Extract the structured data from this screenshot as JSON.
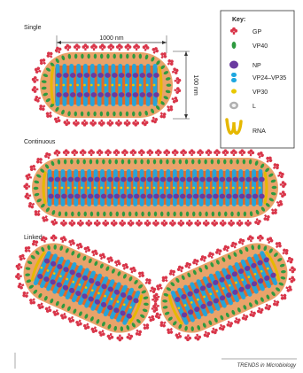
{
  "labels": {
    "single": "Single",
    "continuous": "Continuous",
    "linked": "Linked",
    "length": "1000 nm",
    "width": "100 nm",
    "credit": "TRENDS in Microbiology"
  },
  "key": {
    "title": "Key:",
    "items": [
      {
        "icon": "gp-icon",
        "label": "GP",
        "color": "#d9364a"
      },
      {
        "icon": "vp40-icon",
        "label": "VP40",
        "color": "#2e9a3f"
      },
      {
        "icon": "np-icon",
        "label": "NP",
        "color": "#6a3aa0"
      },
      {
        "icon": "vp24-vp35-icon",
        "label": "VP24–VP35",
        "color": "#1ea7e0"
      },
      {
        "icon": "vp30-icon",
        "label": "VP30",
        "color": "#e8c800"
      },
      {
        "icon": "l-icon",
        "label": "L",
        "color": "#b9b9b9"
      },
      {
        "icon": "rna-icon",
        "label": "RNA",
        "color": "#e6b800"
      }
    ]
  },
  "colors": {
    "envelope": "#e9a36a",
    "gp": "#d9364a",
    "vp40": "#2e9a3f",
    "np": "#6a3aa0",
    "vp24": "#1ea7e0",
    "vp30": "#e8c800",
    "l": "#b9b9b9",
    "rna": "#e6b800",
    "capsule_left": "#e0601a"
  }
}
